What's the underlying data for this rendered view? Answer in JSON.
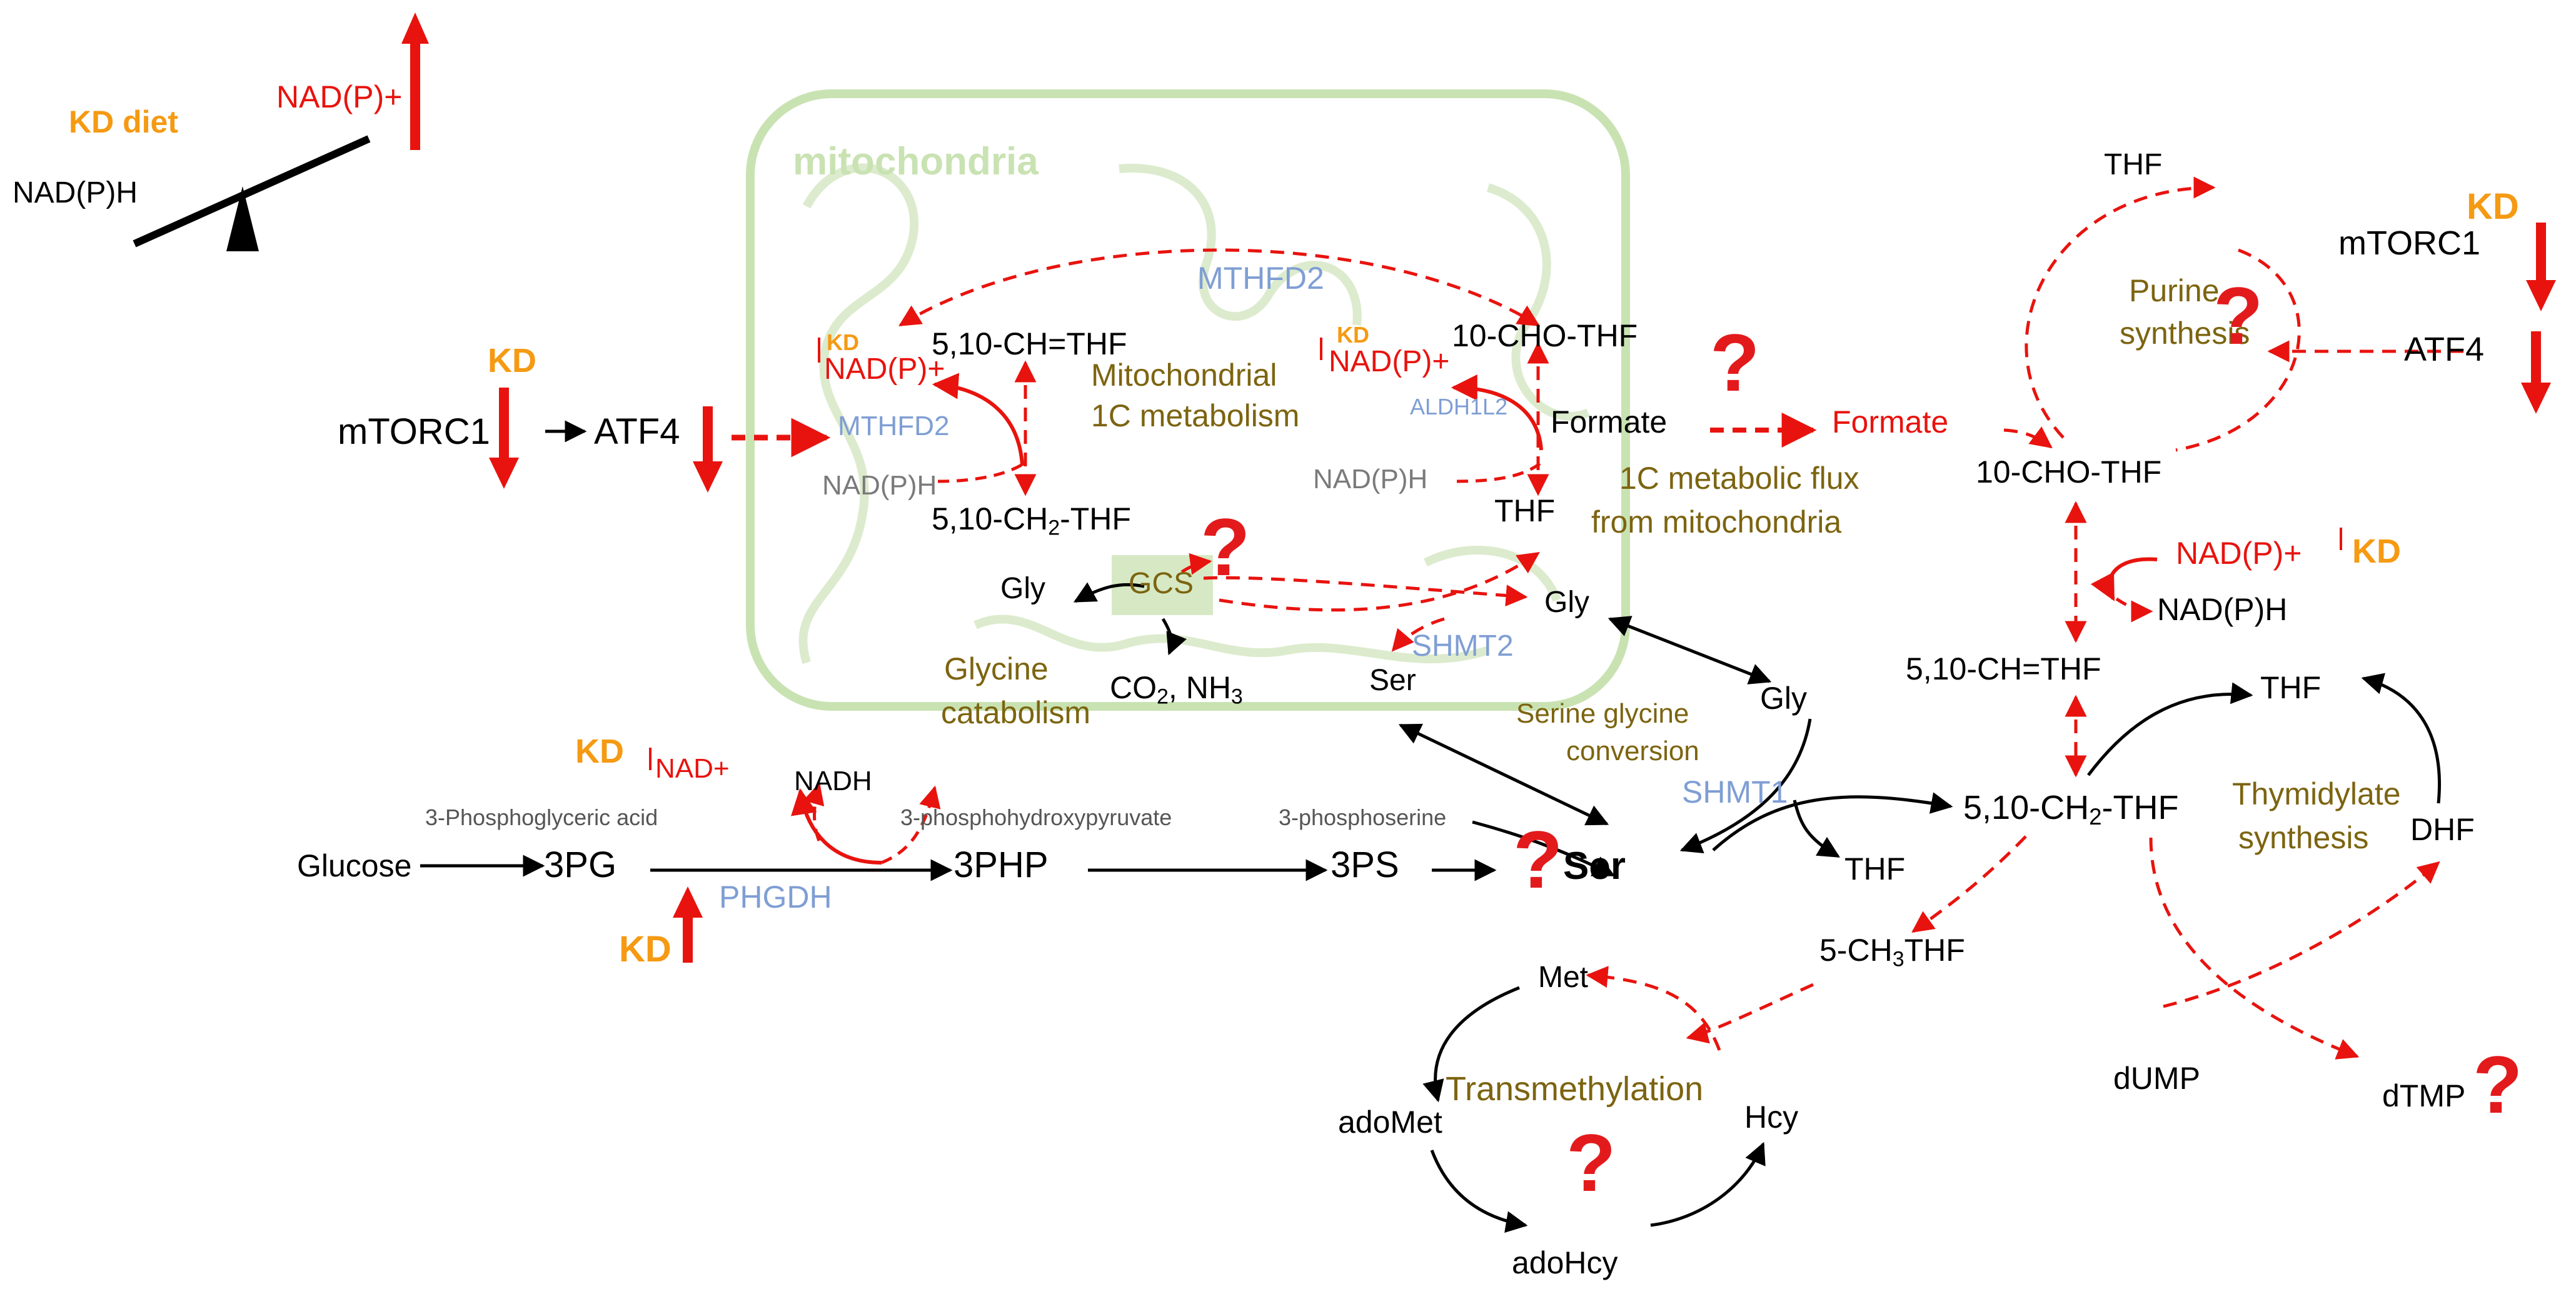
{
  "colors": {
    "inhibit": "#e8130e",
    "kd": "#f59a12",
    "enzyme": "#7f9ed4",
    "process": "#7c6410",
    "mito": "#c9e2b2",
    "gcs_box": "#d6e9c4"
  },
  "kd_diet": {
    "title": "KD diet",
    "nadph": "NAD(P)H",
    "nadp": "NAD(P)+"
  },
  "compartment": {
    "label": "mitochondria"
  },
  "mito": {
    "mthfd2_top": "MTHFD2",
    "mthfd2_left": "MTHFD2",
    "ch_thf": "5,10-CH=THF",
    "cho_thf": "10-CHO-THF",
    "ch2_thf": "5,10-CH",
    "ch2_sub": "2",
    "ch2_suffix": "-THF",
    "nadp_left": "NAD(P)+",
    "nadph_left": "NAD(P)H",
    "kd_left": "KD",
    "nadp_right": "NAD(P)+",
    "nadph_right": "NAD(P)H",
    "kd_right": "KD",
    "aldh": "ALDH1L2",
    "metabolism_l1": "Mitochondrial",
    "metabolism_l2": "1C metabolism",
    "formate": "Formate",
    "thf": "THF",
    "gcs": "GCS",
    "gly_left": "Gly",
    "gly_right": "Gly",
    "co2_a": "CO",
    "co2_sub": "2",
    "co2_b": ", NH",
    "nh3_sub": "3",
    "glycine_l1": "Glycine",
    "glycine_l2": "catabolism",
    "shmt2": "SHMT2",
    "ser": "Ser"
  },
  "left_axis": {
    "kd": "KD",
    "mtorc1": "mTORC1",
    "atf4": "ATF4"
  },
  "flux": {
    "formate": "Formate",
    "line1": "1C metabolic flux",
    "line2": "from mitochondria"
  },
  "serine": {
    "glucose": "Glucose",
    "pga_label": "3-Phosphoglyceric acid",
    "pg3": "3PG",
    "kd_top": "KD",
    "nad": "NAD+",
    "nadh": "NADH",
    "phgdh": "PHGDH",
    "kd_bottom": "KD",
    "php_label": "3-phosphohydroxypyruvate",
    "php": "3PHP",
    "ps_label": "3-phosphoserine",
    "ps": "3PS",
    "ser": "Ser",
    "gly": "Gly",
    "conv_l1": "Serine glycine",
    "conv_l2": "conversion",
    "shmt1": "SHMT1",
    "thf": "THF"
  },
  "cyto": {
    "cho_thf": "10-CHO-THF",
    "nadp": "NAD(P)+",
    "kd": "KD",
    "nadph": "NAD(P)H",
    "ch_thf": "5,10-CH=THF",
    "ch2_thf": "5,10-CH",
    "ch2_sub": "2",
    "ch2_suffix": "-THF",
    "ch3_a": "5-CH",
    "ch3_sub": "3",
    "ch3_b": "THF"
  },
  "purine": {
    "thf": "THF",
    "l1": "Purine",
    "l2": "synthesis",
    "kd": "KD",
    "mtorc1": "mTORC1",
    "atf4": "ATF4"
  },
  "thymidylate": {
    "thf": "THF",
    "l1": "Thymidylate",
    "l2": "synthesis",
    "dhf": "DHF",
    "dump": "dUMP",
    "dtmp": "dTMP"
  },
  "transmethylation": {
    "label": "Transmethylation",
    "met": "Met",
    "adomet": "adoMet",
    "adohcy": "adoHcy",
    "hcy": "Hcy"
  },
  "unknown_mark": "?"
}
